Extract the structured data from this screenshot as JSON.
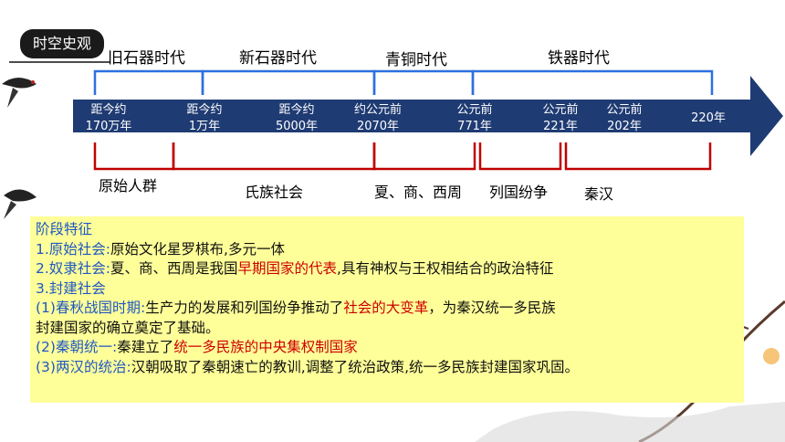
{
  "badge": "时空史观",
  "eras": {
    "paleolithic": "旧石器时代",
    "neolithic": "新石器时代",
    "bronze": "青铜时代",
    "iron": "铁器时代"
  },
  "timeline": {
    "t1a": "距今约",
    "t1b": "170万年",
    "t2a": "距今约",
    "t2b": "1万年",
    "t3a": "距今约",
    "t3b": "5000年",
    "t4a": "约公元前",
    "t4b": "2070年",
    "t5a": "公元前",
    "t5b": "771年",
    "t6a": "公元前",
    "t6b": "221年",
    "t7a": "公元前",
    "t7b": "202年",
    "t8": "220年"
  },
  "societies": {
    "primitive": "原始人群",
    "clan": "氏族社会",
    "xsz": "夏、商、西周",
    "warring": "列国纷争",
    "qinhan": "秦汉"
  },
  "panel": {
    "heading": "阶段特征",
    "l1_label": "1.原始社会:",
    "l1_text": "原始文化星罗棋布,多元一体",
    "l2_label": "2.奴隶社会:",
    "l2_text1": "夏、商、西周是我国",
    "l2_red": "早期国家的代表",
    "l2_text2": ",具有神权与王权相结合的政治特征",
    "l3_label": "3.封建社会",
    "l4_label": "(1)春秋战国时期:",
    "l4_text1": "生产力的发展和列国纷争推动了",
    "l4_red": "社会的大变革",
    "l4_text2": "，为秦汉统一多民族",
    "l5_text": "封建国家的确立奠定了基础。",
    "l6_label": "(2)秦朝统一:",
    "l6_text": "秦建立了",
    "l6_red": "统一多民族的中央集权制国家",
    "l7_label": "(3)两汉的统治:",
    "l7_text": "汉朝吸取了秦朝速亡的教训,调整了统治政策,统一多民族封建国家巩固。"
  },
  "colors": {
    "arrow": "#1f3b73",
    "era_bracket": "#2f6fe0",
    "society_bracket": "#c00000",
    "panel_bg": "#ffff99",
    "label_blue": "#1f57c3",
    "highlight_red": "#cc0000"
  }
}
